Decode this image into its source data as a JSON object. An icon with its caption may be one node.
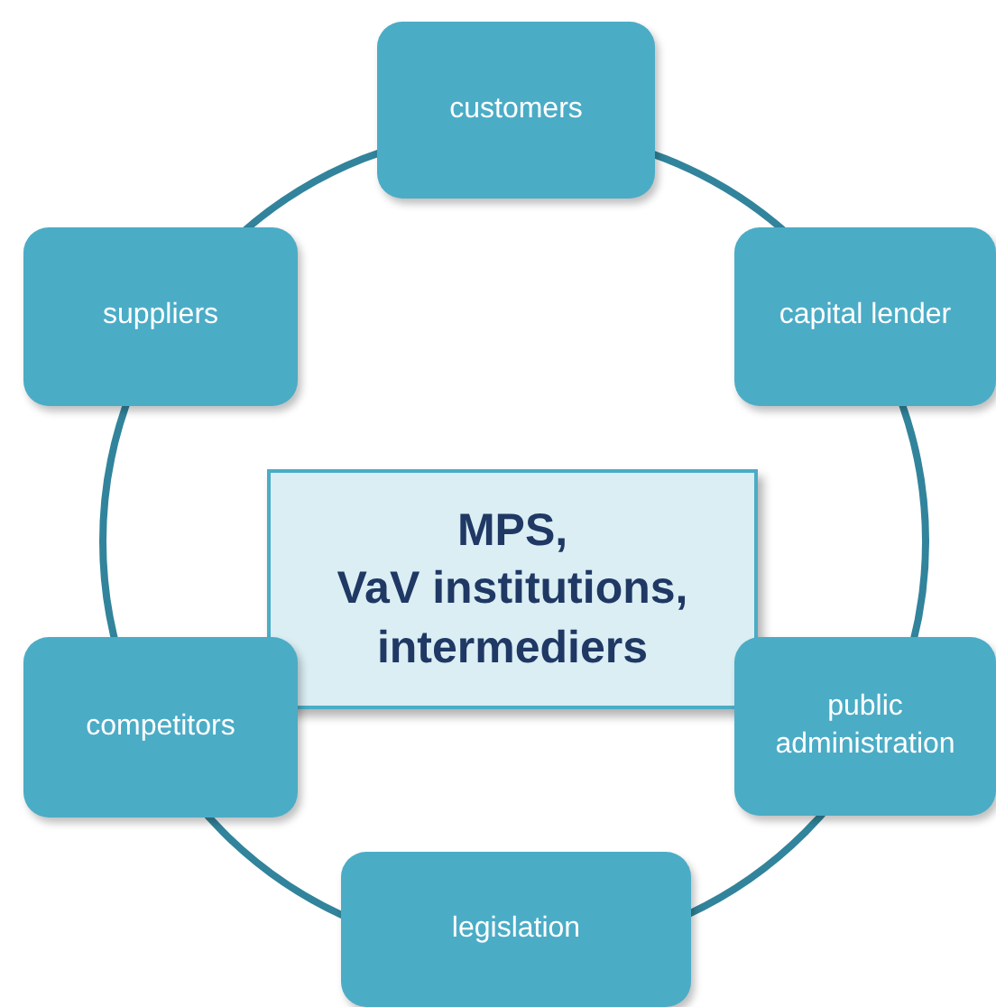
{
  "diagram": {
    "nodes": [
      {
        "text": [
          "customers"
        ]
      },
      {
        "text": [
          "suppliers"
        ]
      },
      {
        "text": [
          "capital lender"
        ]
      },
      {
        "text": [
          "MPS,",
          "VaV institutions,",
          "intermediers"
        ]
      },
      {
        "text": [
          "competitors"
        ]
      },
      {
        "text": [
          "public administration"
        ]
      },
      {
        "text": [
          "legislation"
        ]
      }
    ]
  }
}
